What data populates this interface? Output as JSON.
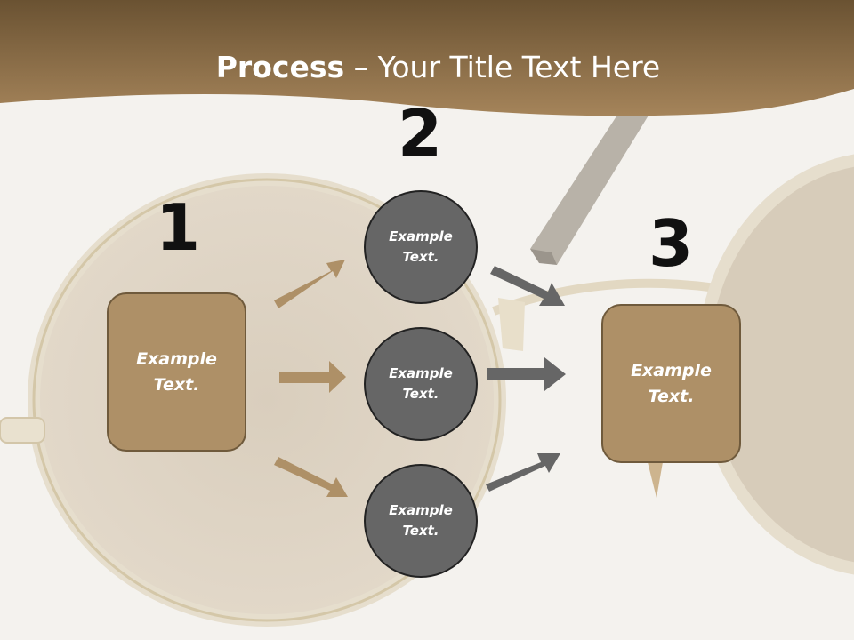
{
  "slide": {
    "title_bold": "Process",
    "title_rest": " – Your Title Text Here",
    "step_numbers": [
      "1",
      "2",
      "3"
    ],
    "box_left_text": "Example\nText.",
    "box_right_text": "Example\nText.",
    "circle_texts": [
      "Example\nText.",
      "Example\nText.",
      "Example\nText."
    ]
  },
  "colors": {
    "header_brown": "#8a6d45",
    "box_fill": "#ae9067",
    "circle_fill": "#666666",
    "arrow_tan": "#ae9067",
    "arrow_gray": "#666666"
  }
}
